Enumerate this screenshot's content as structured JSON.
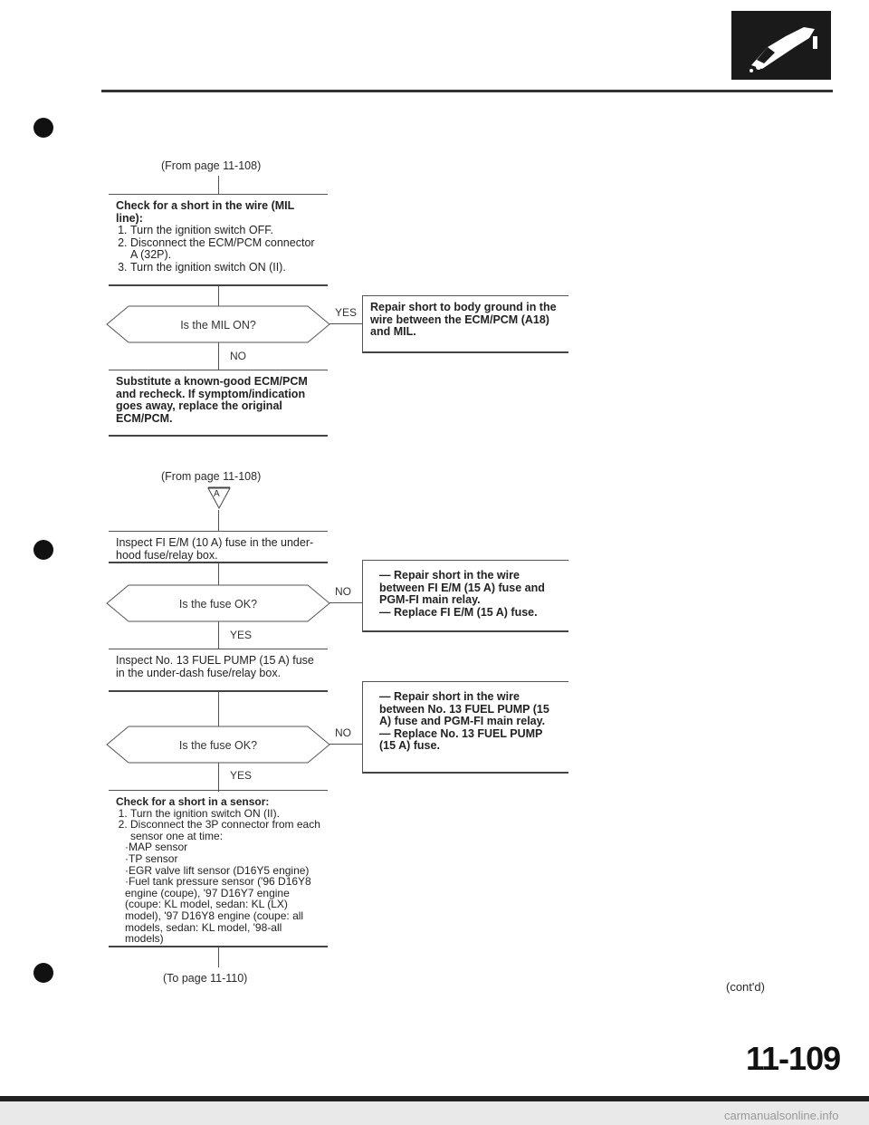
{
  "page": {
    "number": "11-109",
    "contd": "(cont'd)",
    "watermark": "carmanualsonline.info"
  },
  "flow1": {
    "from": "(From page 11-108)",
    "check_box": {
      "title": "Check for a short in the wire (MIL line):",
      "steps": [
        "Turn the ignition switch OFF.",
        "Disconnect the ECM/PCM connector A (32P).",
        "Turn the ignition switch ON (II)."
      ]
    },
    "question": "Is the MIL ON?",
    "yes_label": "YES",
    "no_label": "NO",
    "yes_box": "Repair short to body ground in the wire between the ECM/PCM (A18) and MIL.",
    "no_box": "Substitute a known-good ECM/PCM and recheck. If symptom/indication goes away, replace the original ECM/PCM."
  },
  "flow2": {
    "from": "(From page 11-108)",
    "marker": "A",
    "inspect1": "Inspect FI E/M (10 A) fuse in the under-hood fuse/relay box.",
    "question1": "Is the fuse OK?",
    "no1_label": "NO",
    "yes1_label": "YES",
    "no1_box": [
      "Repair short in the wire between FI E/M (15 A) fuse and PGM-FI main relay.",
      "Replace FI E/M (15 A) fuse."
    ],
    "inspect2": "Inspect No. 13 FUEL PUMP (15 A) fuse in the under-dash fuse/relay box.",
    "question2": "Is the fuse OK?",
    "no2_label": "NO",
    "yes2_label": "YES",
    "no2_box": [
      "Repair short in the wire between No. 13 FUEL PUMP (15 A) fuse and PGM-FI main relay.",
      "Replace No. 13 FUEL PUMP (15 A) fuse."
    ],
    "sensor_box": {
      "title": "Check for a short in a sensor:",
      "steps": [
        "Turn the ignition switch ON (II).",
        "Disconnect the 3P connector from each sensor one at time:"
      ],
      "sensors": [
        "MAP sensor",
        "TP sensor",
        "EGR valve lift sensor (D16Y5 engine)",
        "Fuel tank pressure sensor ('96 D16Y8 engine (coupe), '97 D16Y7 engine (coupe: KL model, sedan: KL (LX) model), '97 D16Y8 engine (coupe: all models, sedan: KL model, '98-all models)"
      ]
    },
    "to": "(To page 11-110)"
  }
}
